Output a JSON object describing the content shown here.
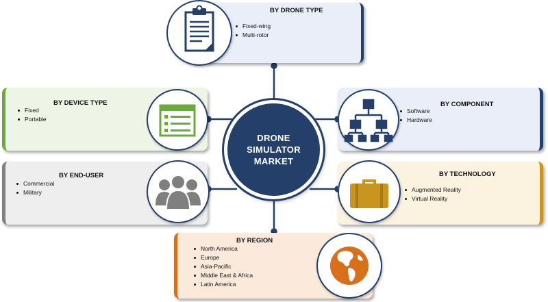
{
  "center": {
    "title": "DRONE SIMULATOR MARKET"
  },
  "segments": {
    "drone_type": {
      "title": "BY DRONE TYPE",
      "items": [
        "Fixed-wing",
        "Multi-rotor"
      ],
      "accent": "#24406a",
      "bg": "#e9eef8",
      "icon": "clipboard-icon"
    },
    "device_type": {
      "title": "BY DEVICE TYPE",
      "items": [
        "Fixed",
        "Portable"
      ],
      "accent": "#6aaa3a",
      "bg": "#eef5e6",
      "icon": "form-list-icon"
    },
    "component": {
      "title": "BY COMPONENT",
      "items": [
        "Software",
        "Hardware"
      ],
      "accent": "#24406a",
      "bg": "#e9eef8",
      "icon": "hierarchy-icon"
    },
    "end_user": {
      "title": "BY END-USER",
      "items": [
        "Commercial",
        "Military"
      ],
      "accent": "#808080",
      "bg": "#eeeeee",
      "icon": "people-icon"
    },
    "technology": {
      "title": "BY TECHNOLOGY",
      "items": [
        "Augmented Reality",
        "Virtual Reality"
      ],
      "accent": "#c8961e",
      "bg": "#fbf3df",
      "icon": "briefcase-icon"
    },
    "region": {
      "title": "BY REGION",
      "items": [
        "North America",
        "Europe",
        "Asia-Pacific",
        "Middle East & Africa",
        "Latin America"
      ],
      "accent": "#d86f1b",
      "bg": "#fbeadb",
      "icon": "globe-icon"
    }
  },
  "colors": {
    "hub": "#24406a",
    "connector": "#24406a"
  }
}
